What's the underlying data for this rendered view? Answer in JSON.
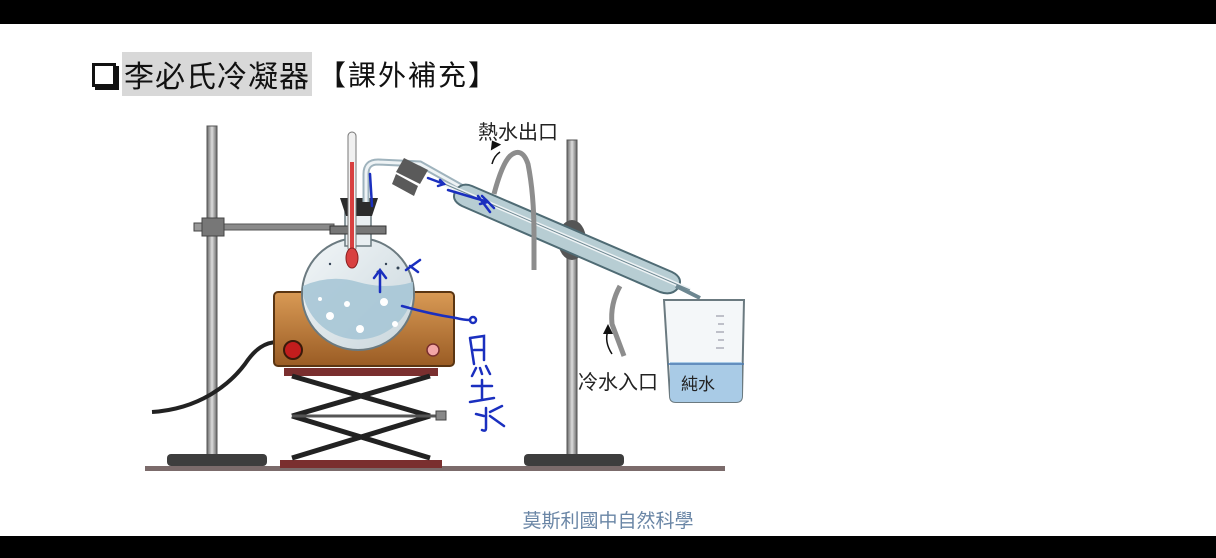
{
  "title": {
    "main": "李必氏冷凝器",
    "extra": "【課外補充】"
  },
  "labels": {
    "hot_water_outlet": "熱水出口",
    "cold_water_inlet": "冷水入口",
    "pure_water": "純水"
  },
  "annotation": {
    "handwritten_note": "黑土水"
  },
  "footer": "莫斯利國中自然科學",
  "colors": {
    "handwriting_blue": "#1a2fbf",
    "water": "#a9cbe6",
    "condenser": "#b7cdd3",
    "heater": "#c9843f",
    "thermometer_red": "#d84040",
    "footer_text": "#6a86a6"
  }
}
